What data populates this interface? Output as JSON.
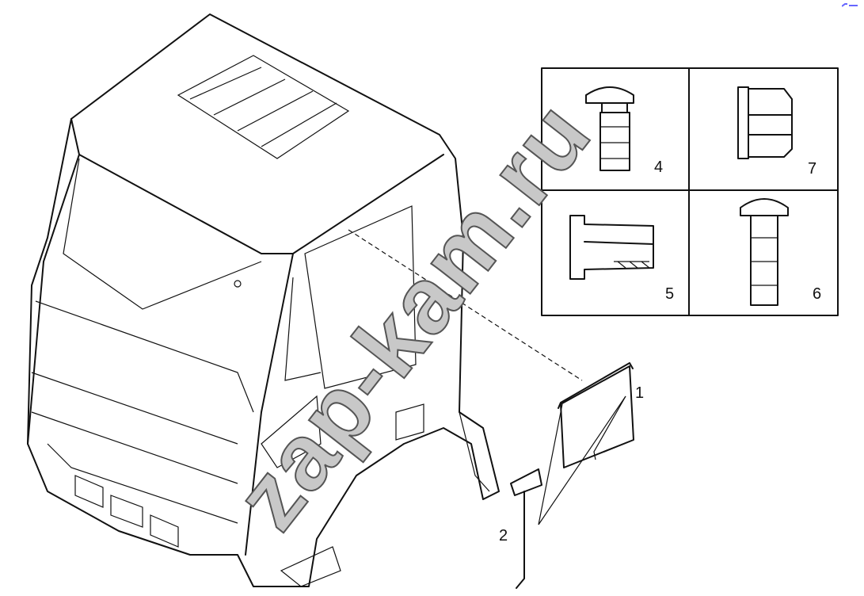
{
  "labels": {
    "part1": "1",
    "part2": "2",
    "part4": "4",
    "part5": "5",
    "part6": "6",
    "part7": "7"
  },
  "watermark": "zap-kam.ru",
  "colors": {
    "line": "#111111",
    "watermark": "#777777",
    "mark": "#6666ff"
  }
}
